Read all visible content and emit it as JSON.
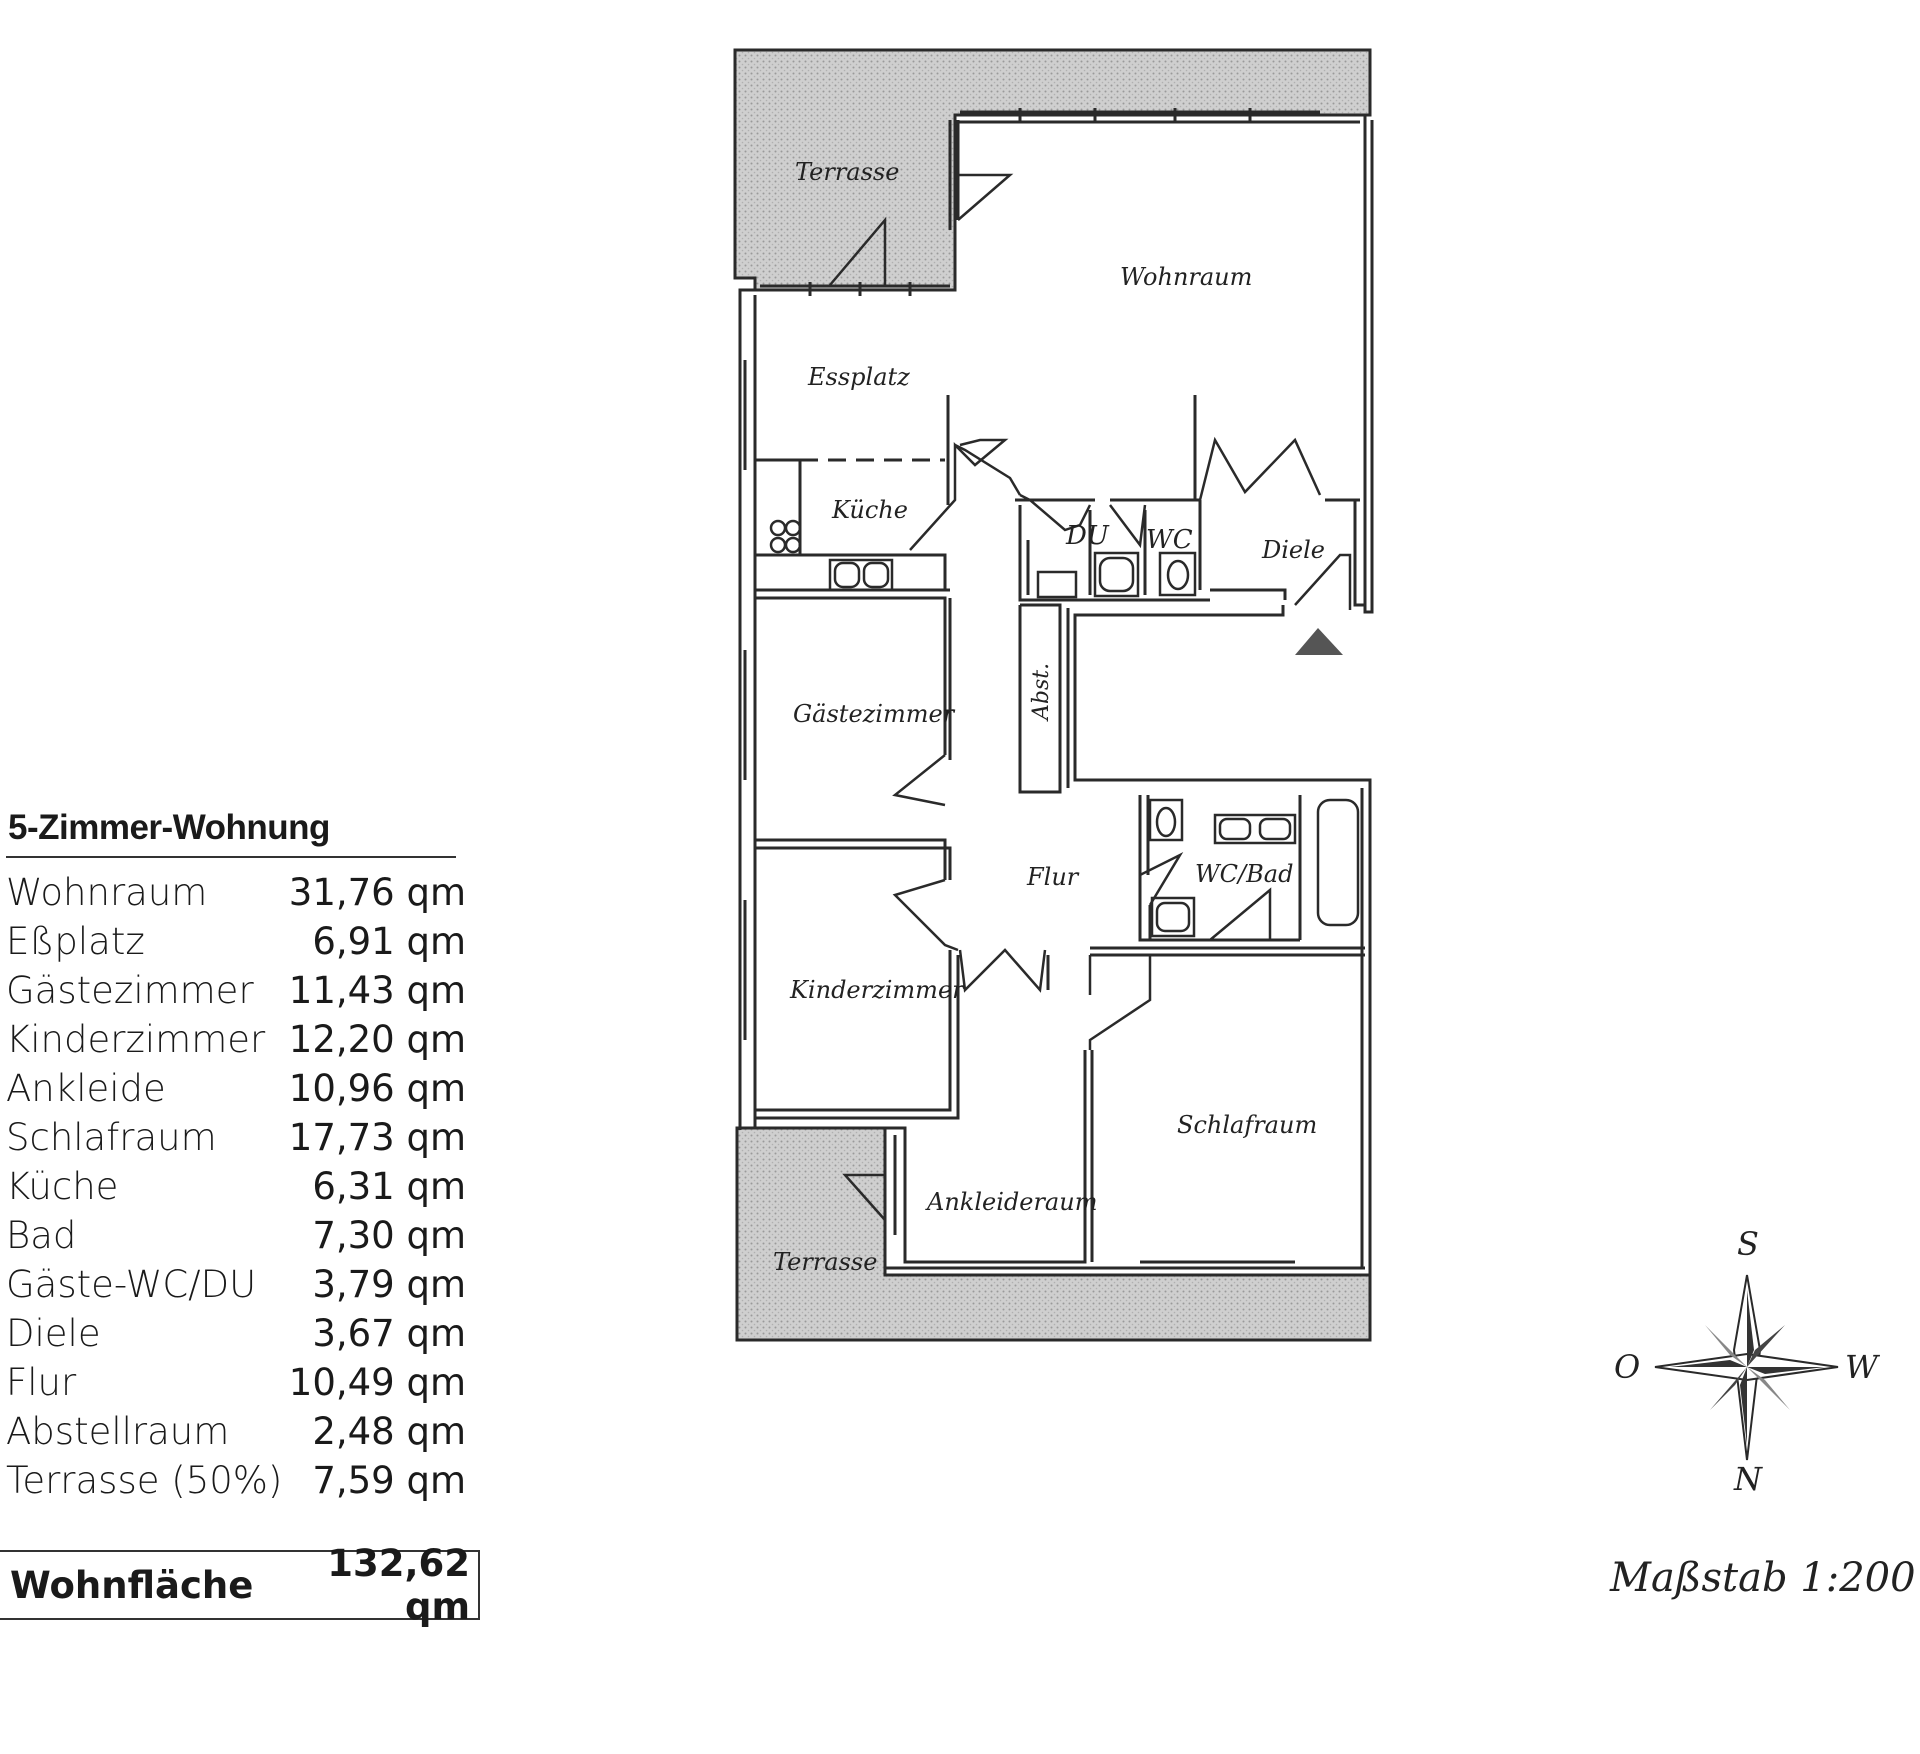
{
  "legend": {
    "title": "5-Zimmer-Wohnung",
    "rows": [
      {
        "label": "Wohnraum",
        "value": "31,76 qm"
      },
      {
        "label": "Eßplatz",
        "value": "6,91 qm"
      },
      {
        "label": "Gästezimmer",
        "value": "11,43 qm"
      },
      {
        "label": "Kinderzimmer",
        "value": "12,20 qm"
      },
      {
        "label": "Ankleide",
        "value": "10,96 qm"
      },
      {
        "label": "Schlafraum",
        "value": "17,73 qm"
      },
      {
        "label": "Küche",
        "value": "6,31 qm"
      },
      {
        "label": "Bad",
        "value": "7,30 qm"
      },
      {
        "label": "Gäste-WC/DU",
        "value": "3,79 qm"
      },
      {
        "label": "Diele",
        "value": "3,67 qm"
      },
      {
        "label": "Flur",
        "value": "10,49 qm"
      },
      {
        "label": "Abstellraum",
        "value": "2,48 qm"
      },
      {
        "label": "Terrasse (50%)",
        "value": "7,59 qm"
      }
    ],
    "total": {
      "label": "Wohnfläche",
      "value": "132,62 qm"
    }
  },
  "plan": {
    "rooms": {
      "terrasse_top": "Terrasse",
      "wohnraum": "Wohnraum",
      "essplatz": "Essplatz",
      "kueche": "Küche",
      "du": "DU",
      "wc": "WC",
      "diele": "Diele",
      "abst": "Abst.",
      "gaestezimmer": "Gästezimmer",
      "flur": "Flur",
      "wcbad": "WC/Bad",
      "kinderzimmer": "Kinderzimmer",
      "schlafraum": "Schlafraum",
      "ankleideraum": "Ankleideraum",
      "terrasse_bottom": "Terrasse"
    },
    "colors": {
      "wall": "#2a2a2a",
      "terrace": "#c8c8c8",
      "entrance": "#555555"
    }
  },
  "compass": {
    "north": "N",
    "south": "S",
    "east": "O",
    "west": "W"
  },
  "scale_text": "Maßstab 1:200"
}
